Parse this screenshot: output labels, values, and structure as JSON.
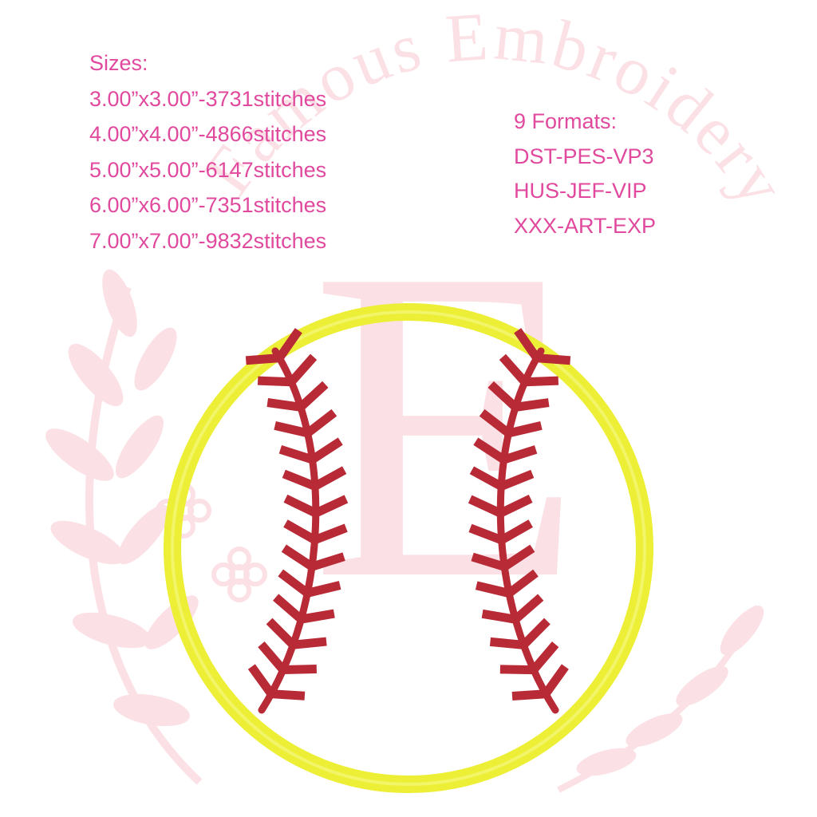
{
  "sizes": {
    "heading": "Sizes:",
    "lines": [
      "3.00”x3.00”-3731stitches",
      "4.00”x4.00”-4866stitches",
      "5.00”x5.00”-6147stitches",
      "6.00”x6.00”-7351stitches",
      "7.00”x7.00”-9832stitches"
    ]
  },
  "formats": {
    "heading": "9 Formats:",
    "lines": [
      "DST-PES-VP3",
      "HUS-JEF-VIP",
      "XXX-ART-EXP"
    ]
  },
  "watermark": {
    "monogram": "E",
    "arc_text": "Famous Embroidery"
  },
  "colors": {
    "text": "#e0499d",
    "ring": "#ecef35",
    "stitch": "#b82a35",
    "watermark": "#fbe1e5"
  },
  "illustration": {
    "subject": "softball-icon"
  }
}
